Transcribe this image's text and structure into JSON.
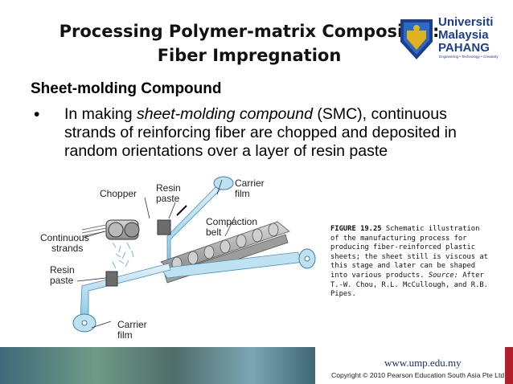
{
  "slide": {
    "title_line1": "Processing Polymer-matrix Composites:",
    "title_line2": "Fiber Impregnation",
    "logo": {
      "line1": "Universiti",
      "line2": "Malaysia",
      "line3": "PAHANG",
      "tagline": "Engineering • Technology • Creativity",
      "color": "#1d3f8a"
    },
    "heading": "Sheet-molding Compound",
    "bullet": {
      "marker": "•",
      "before": "In making ",
      "italic": "sheet-molding compound",
      "after": " (SMC), continuous strands of reinforcing fiber are chopped and deposited in random orientations over a layer of resin paste"
    },
    "diagram_labels": {
      "chopper": "Chopper",
      "resin_paste_top_1": "Resin",
      "resin_paste_top_2": "paste",
      "carrier_film_top_1": "Carrier",
      "carrier_film_top_2": "film",
      "compaction_belt_1": "Compaction",
      "compaction_belt_2": "belt",
      "continuous_strands_1": "Continuous",
      "continuous_strands_2": "strands",
      "resin_paste_left_1": "Resin",
      "resin_paste_left_2": "paste",
      "carrier_film_bottom_1": "Carrier",
      "carrier_film_bottom_2": "film"
    },
    "caption": {
      "figure": "FIGURE 19.25",
      "text": "Schematic illustration of the manufacturing process for producing fiber-reinforced plastic sheets; the sheet still is viscous at this stage and later can be shaped into various products.",
      "source_label": "Source:",
      "source_text": "After T.-W. Chou, R.L. McCullough, and R.B. Pipes."
    },
    "footer": {
      "website": "www.ump.edu.my",
      "copyright": "Copyright © 2010 Pearson Education South Asia Pte Ltd"
    }
  }
}
